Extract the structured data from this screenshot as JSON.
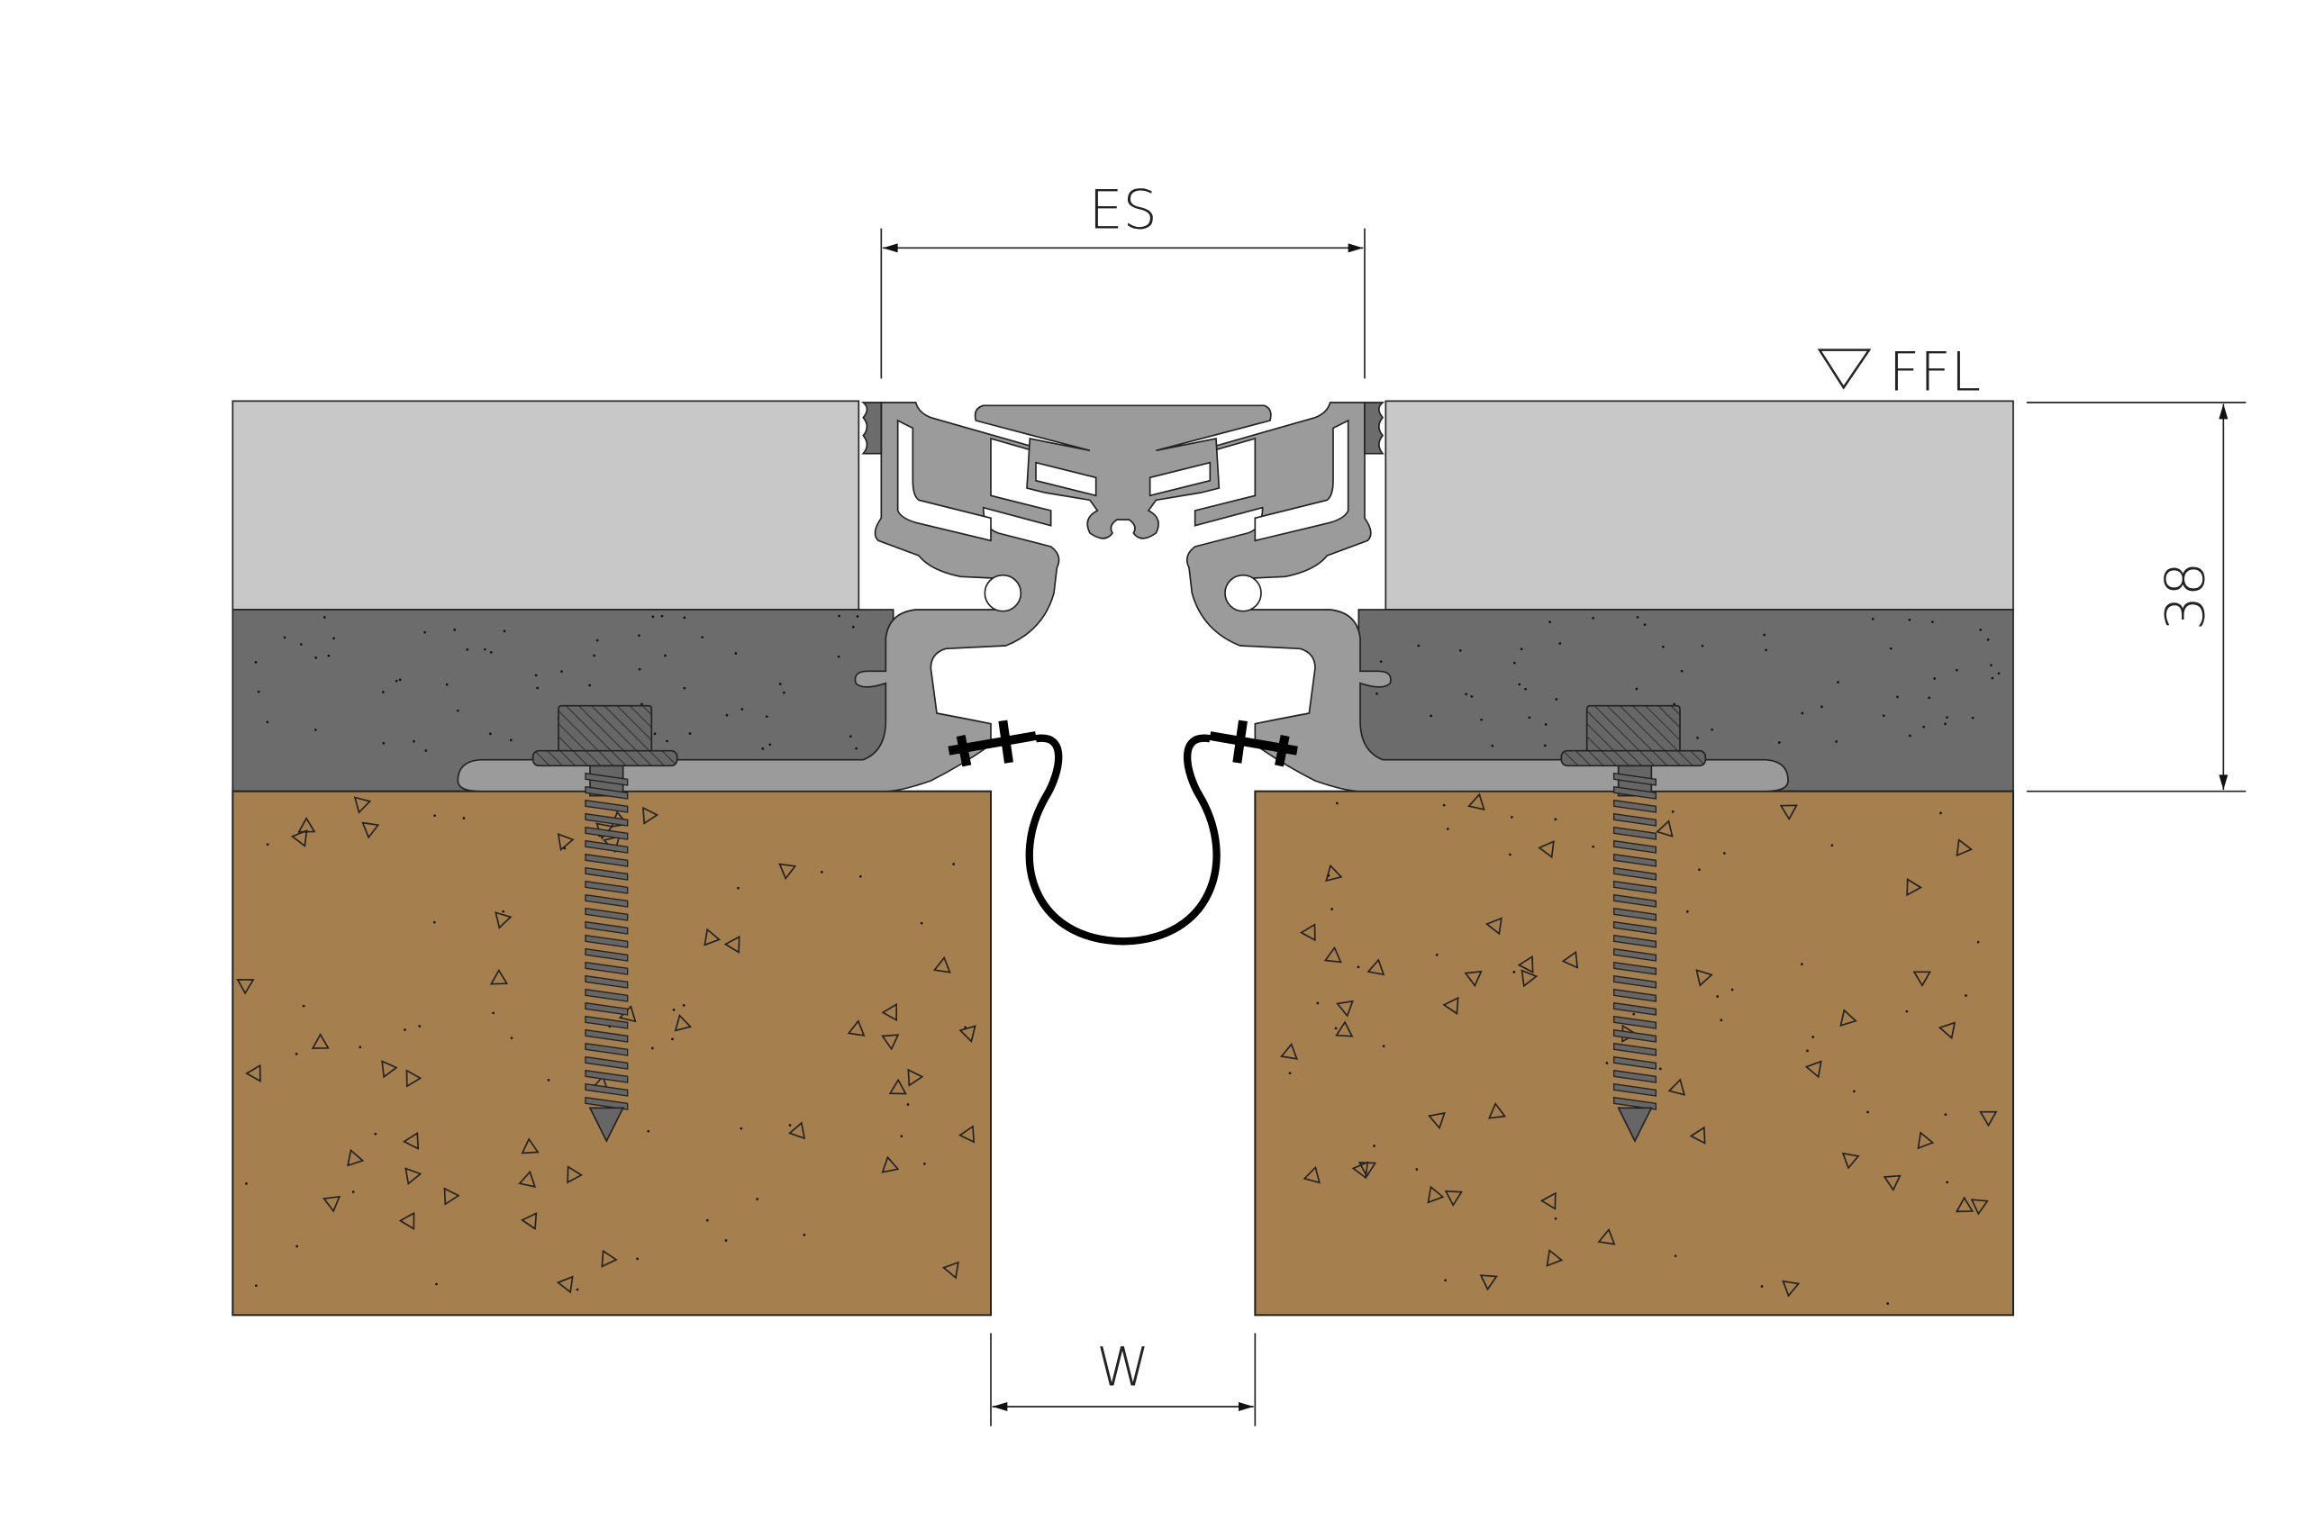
{
  "labels": {
    "expansion_space": "ES",
    "finished_floor_level": "FFL",
    "height_dimension": "38",
    "joint_width": "W"
  },
  "colors": {
    "floor_finish": "#c8c8c8",
    "screed": "#6c6c6c",
    "substrate": "#a57f4e",
    "aluminium_profile": "#9b9b9b",
    "fixing_screw": "#666666",
    "seal": "#000000"
  }
}
